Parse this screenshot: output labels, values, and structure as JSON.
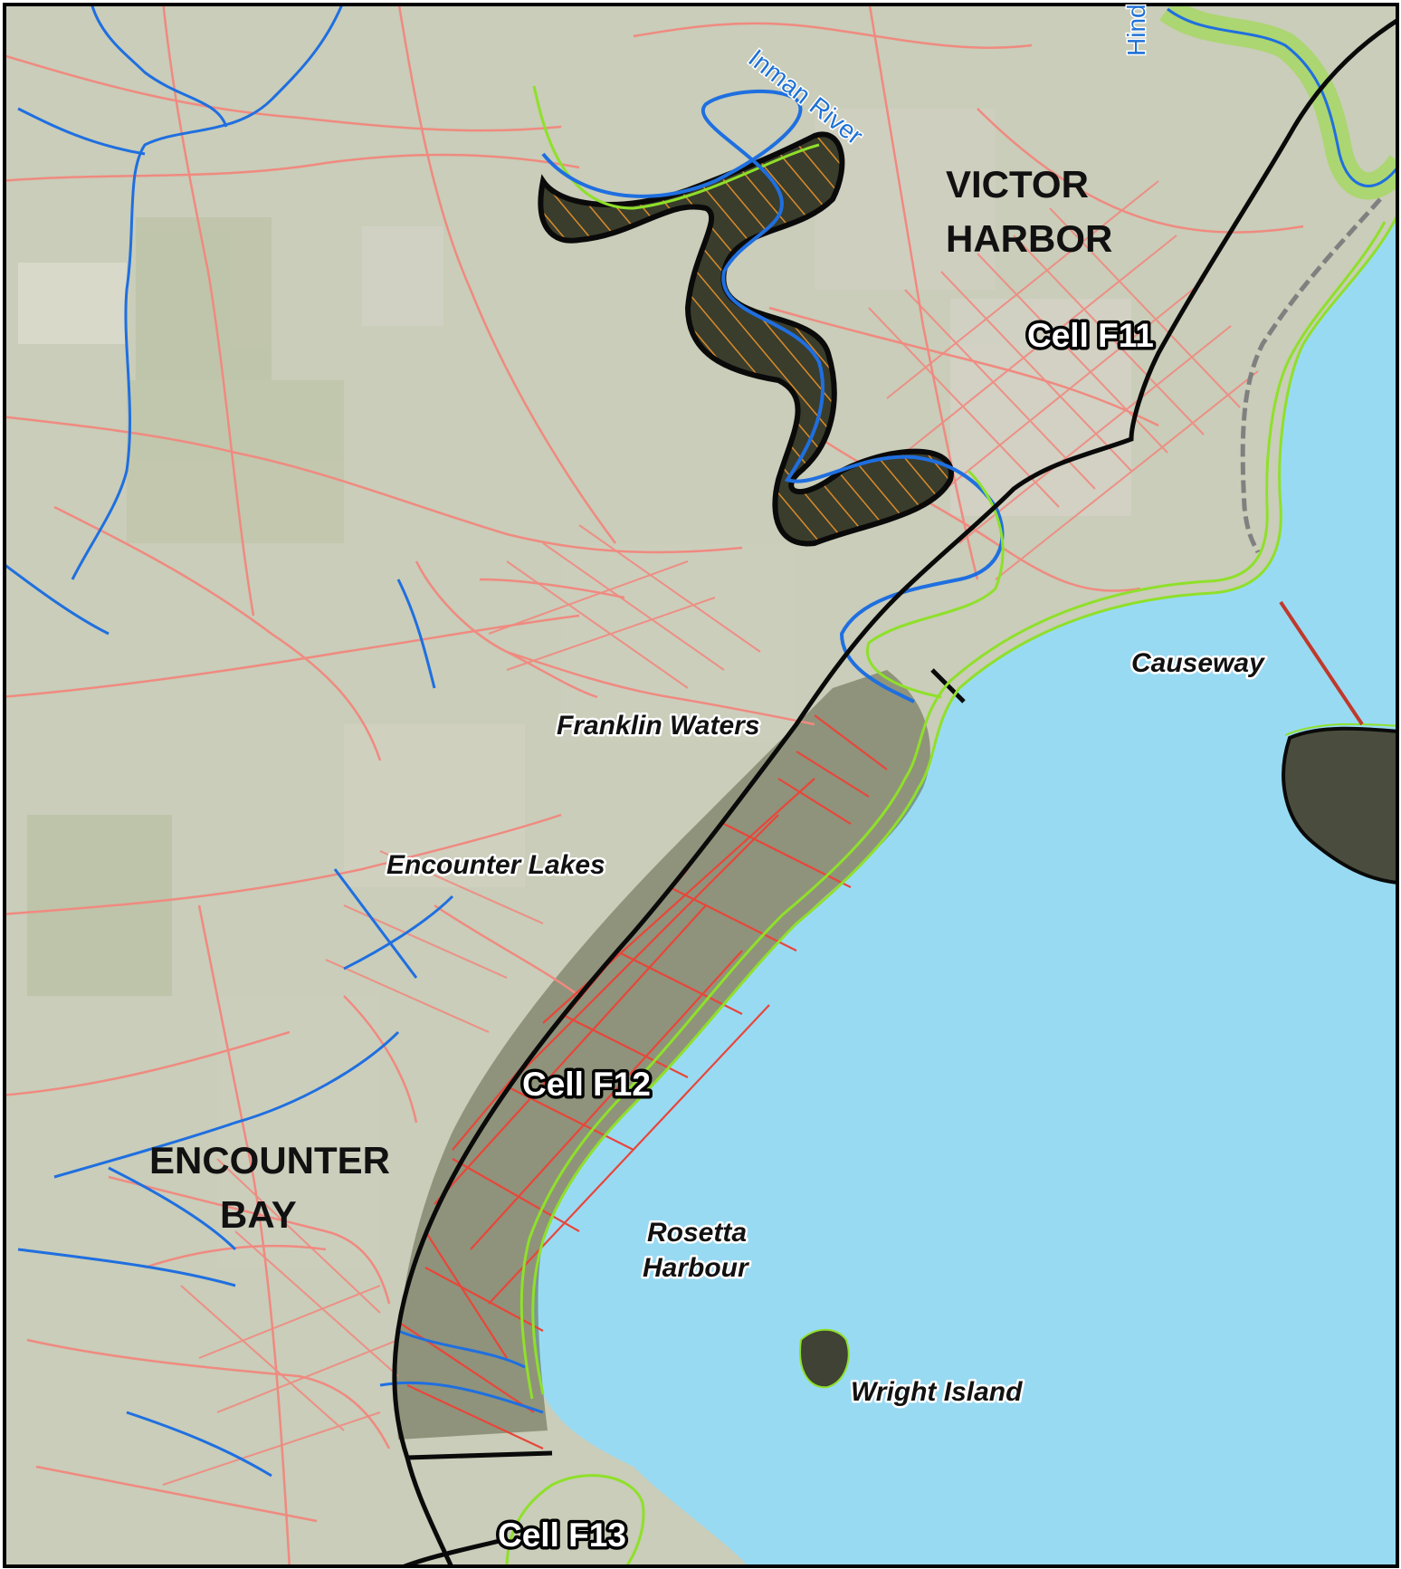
{
  "map": {
    "places": {
      "victor_harbor_line1": "VICTOR",
      "victor_harbor_line2": "HARBOR",
      "encounter_bay_line1": "ENCOUNTER",
      "encounter_bay_line2": "BAY"
    },
    "cells": {
      "f11": "Cell F11",
      "f12": "Cell F12",
      "f13": "Cell F13"
    },
    "features": {
      "causeway": "Causeway",
      "franklin_waters": "Franklin Waters",
      "encounter_lakes": "Encounter Lakes",
      "rosetta_line1": "Rosetta",
      "rosetta_line2": "Harbour",
      "wright_island": "Wright Island"
    },
    "rivers": {
      "inman": "Inman River",
      "hindmarsh_partial": "Hind"
    },
    "colors": {
      "land": "#c9cdb9",
      "sea": "#99daf3",
      "road": "#f08a80",
      "road_urban": "#e8463a",
      "river": "#1f6fe0",
      "buffer": "#8fe02a",
      "boundary": "#0a0a0a",
      "hatch": "#d98a2a"
    }
  }
}
